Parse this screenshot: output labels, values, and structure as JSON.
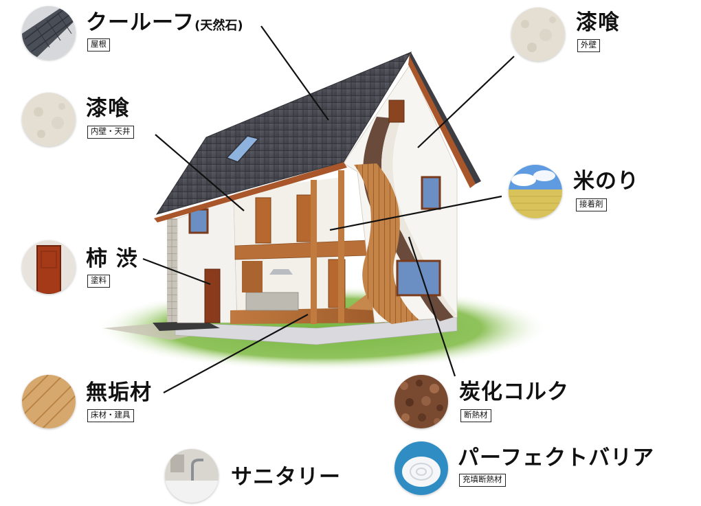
{
  "callouts": [
    {
      "id": "roof",
      "title": "クールーフ",
      "title_note": "(天然石)",
      "tag": "屋根",
      "thumb": "slate-roof"
    },
    {
      "id": "plaster_ext",
      "title": "漆喰",
      "tag": "外壁",
      "thumb": "plaster-texture"
    },
    {
      "id": "plaster_int",
      "title": "漆喰",
      "tag": "内壁・天井",
      "thumb": "plaster-texture"
    },
    {
      "id": "paste",
      "title": "米のり",
      "tag": "接着剤",
      "thumb": "rice-field"
    },
    {
      "id": "persimmon",
      "title": "柿 渋",
      "tag": "塗料",
      "thumb": "wood-door"
    },
    {
      "id": "wood",
      "title": "無垢材",
      "tag": "床材・建具",
      "thumb": "wood-floor"
    },
    {
      "id": "cork",
      "title": "炭化コルク",
      "tag": "断熱材",
      "thumb": "cork-granules"
    },
    {
      "id": "sanitary",
      "title": "サニタリー",
      "tag": "",
      "thumb": "bathroom-sink"
    },
    {
      "id": "barrier",
      "title": "パーフェクトバリア",
      "tag": "充填断熱材",
      "thumb": "insulation-roll"
    }
  ],
  "colors": {
    "roof": "#4a4a52",
    "wall": "#f6f4ef",
    "timber": "#b86a35",
    "lawn": "#6fae3d"
  }
}
